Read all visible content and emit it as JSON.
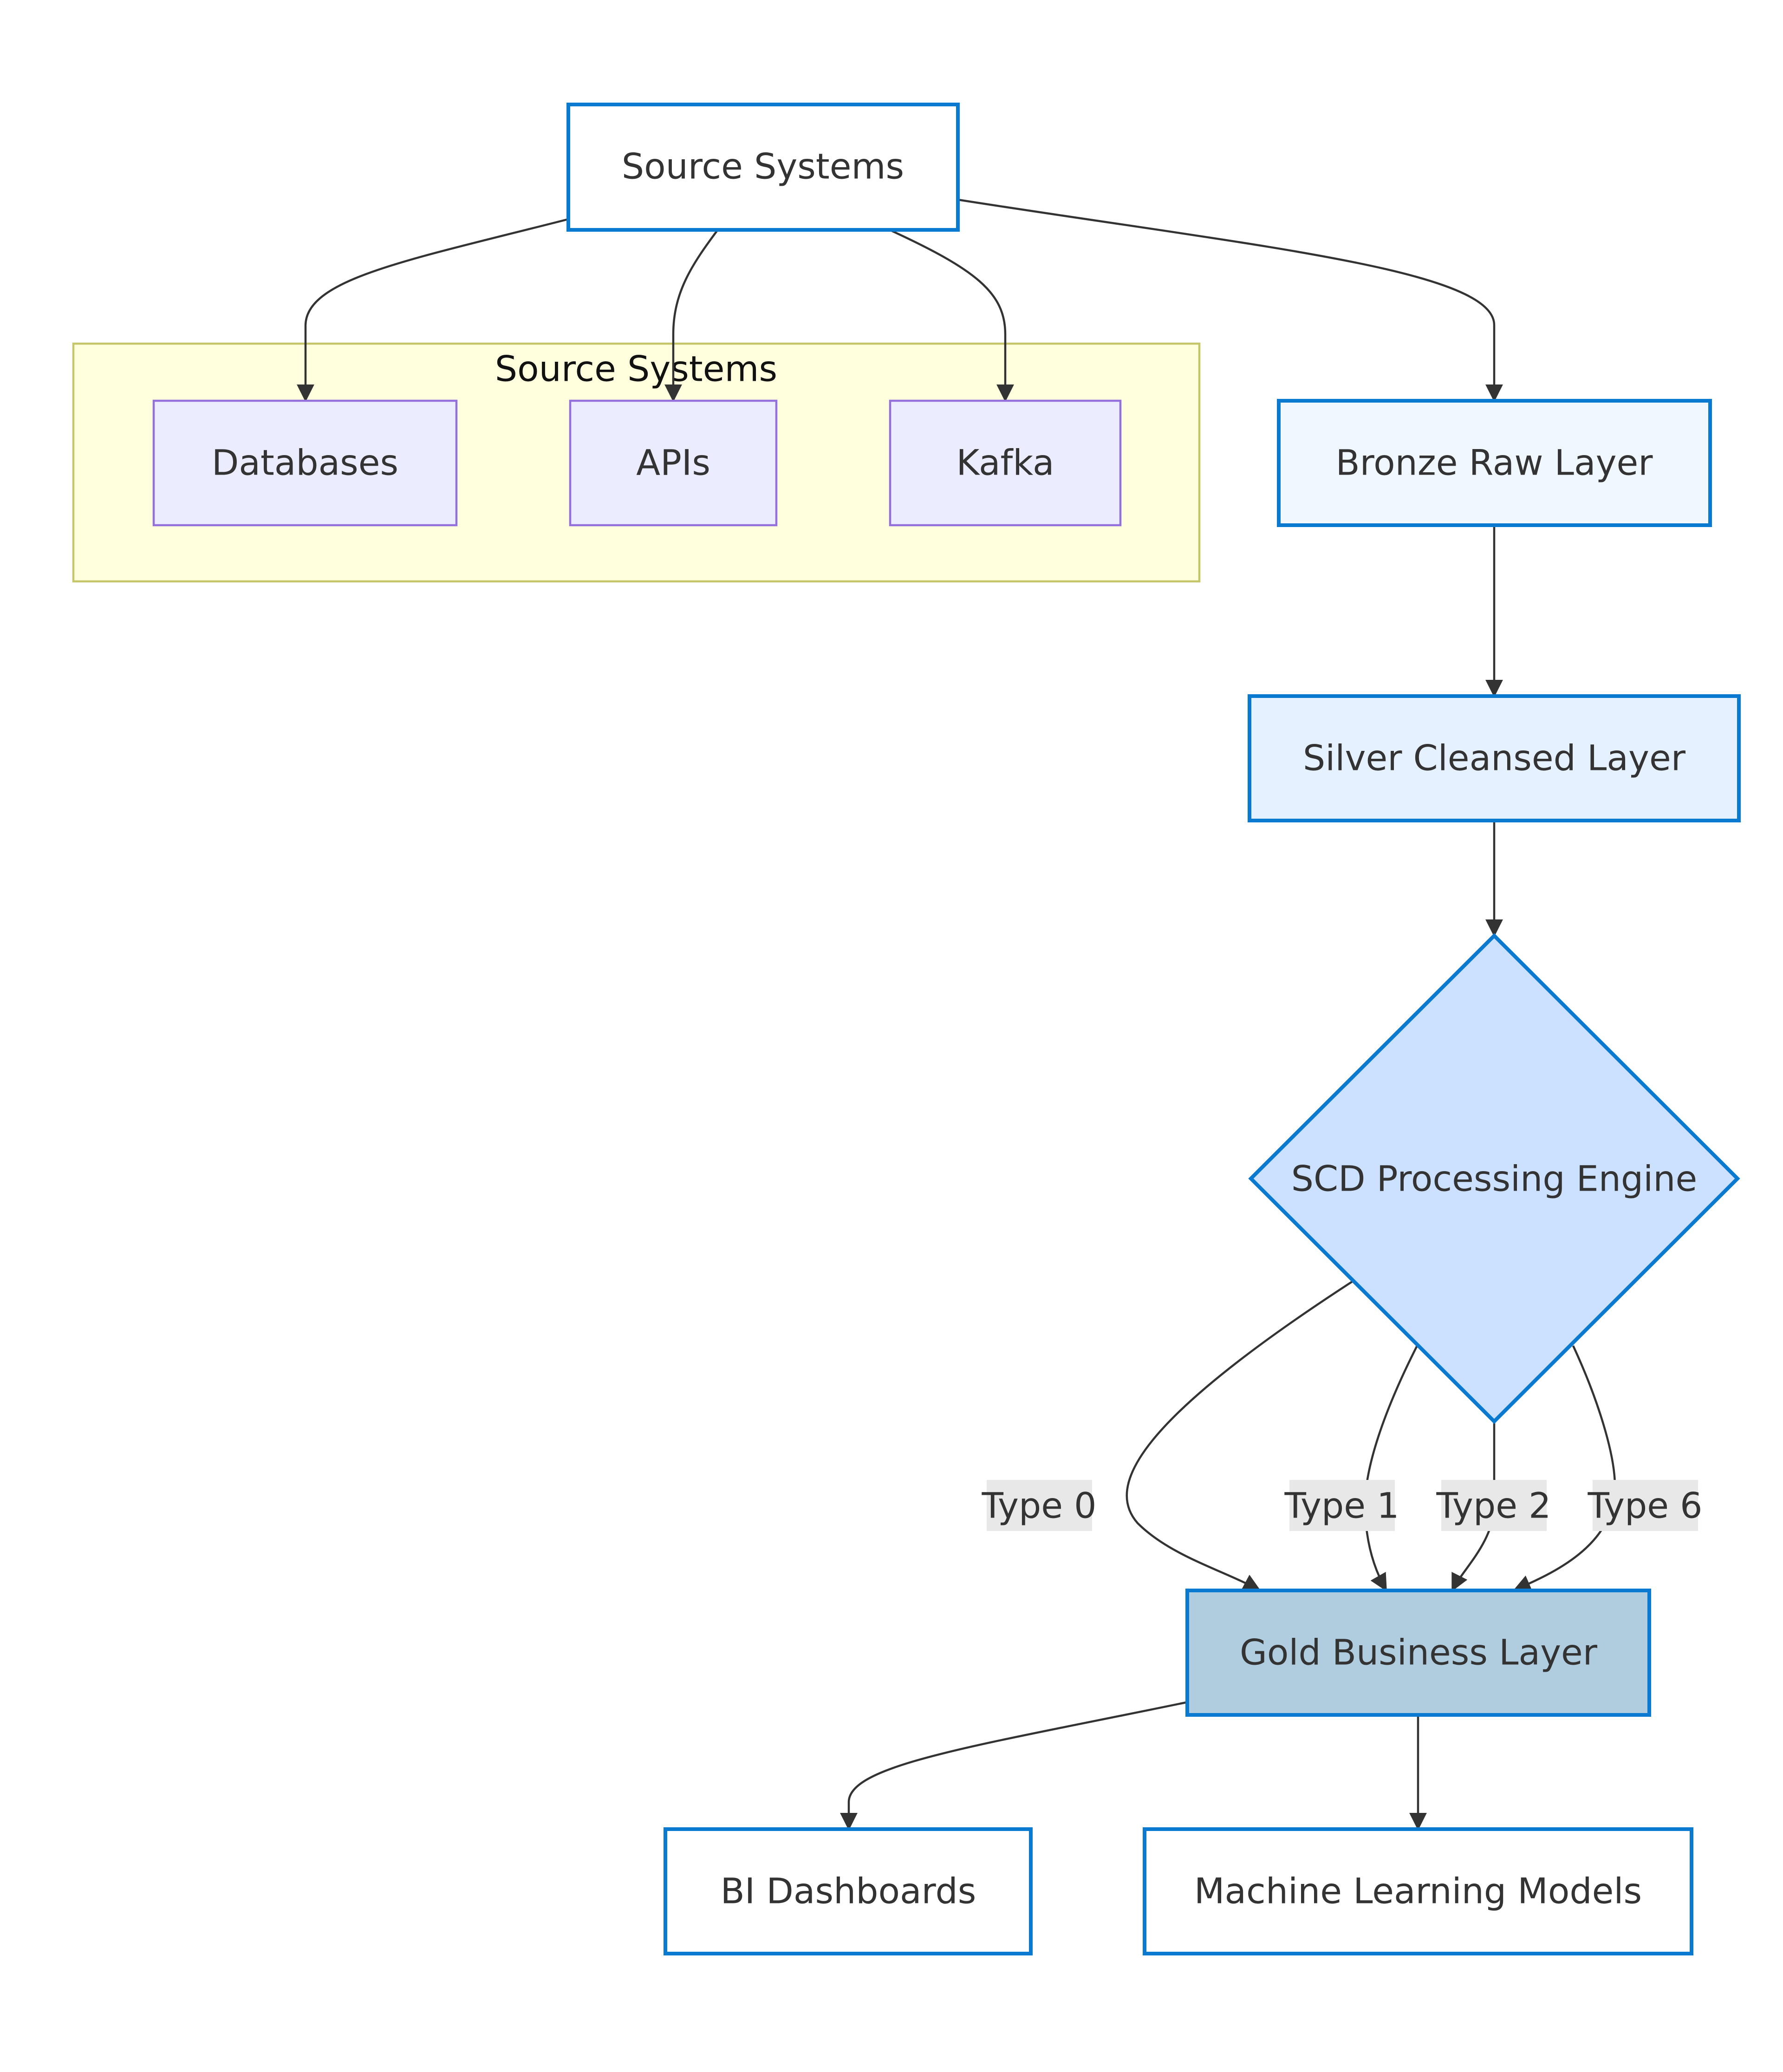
{
  "diagram": {
    "type": "flowchart",
    "nodes": {
      "source": {
        "label": "Source Systems",
        "fill": "#ffffff",
        "stroke": "#0a7ad1"
      },
      "databases": {
        "label": "Databases",
        "fill": "#ececff",
        "stroke": "#9370db"
      },
      "apis": {
        "label": "APIs",
        "fill": "#ececff",
        "stroke": "#9370db"
      },
      "kafka": {
        "label": "Kafka",
        "fill": "#ececff",
        "stroke": "#9370db"
      },
      "bronze": {
        "label": "Bronze Raw Layer",
        "fill": "#f0f7ff",
        "stroke": "#0a7ad1"
      },
      "silver": {
        "label": "Silver Cleansed Layer",
        "fill": "#e6f1ff",
        "stroke": "#0a7ad1"
      },
      "scd": {
        "label": "SCD Processing Engine",
        "fill": "#cce1ff",
        "stroke": "#0a7ad1"
      },
      "gold": {
        "label": "Gold Business Layer",
        "fill": "#b0cde0",
        "stroke": "#0a7ad1"
      },
      "bi": {
        "label": "BI Dashboards",
        "fill": "#ffffff",
        "stroke": "#0a7ad1"
      },
      "ml": {
        "label": "Machine Learning Models",
        "fill": "#ffffff",
        "stroke": "#0a7ad1"
      }
    },
    "groups": {
      "sources": {
        "label": "Source Systems",
        "fill": "#ffffde",
        "stroke": "#c5c56a"
      }
    },
    "edges": [
      {
        "from": "source",
        "to": "databases",
        "label": ""
      },
      {
        "from": "source",
        "to": "apis",
        "label": ""
      },
      {
        "from": "source",
        "to": "kafka",
        "label": ""
      },
      {
        "from": "source",
        "to": "bronze",
        "label": ""
      },
      {
        "from": "bronze",
        "to": "silver",
        "label": ""
      },
      {
        "from": "silver",
        "to": "scd",
        "label": ""
      },
      {
        "from": "scd",
        "to": "gold",
        "label": "Type 0"
      },
      {
        "from": "scd",
        "to": "gold",
        "label": "Type 1"
      },
      {
        "from": "scd",
        "to": "gold",
        "label": "Type 2"
      },
      {
        "from": "scd",
        "to": "gold",
        "label": "Type 6"
      },
      {
        "from": "gold",
        "to": "bi",
        "label": ""
      },
      {
        "from": "gold",
        "to": "ml",
        "label": ""
      }
    ],
    "colors": {
      "edge": "#333333",
      "edge_label_bg": "#e8e8e8"
    }
  }
}
